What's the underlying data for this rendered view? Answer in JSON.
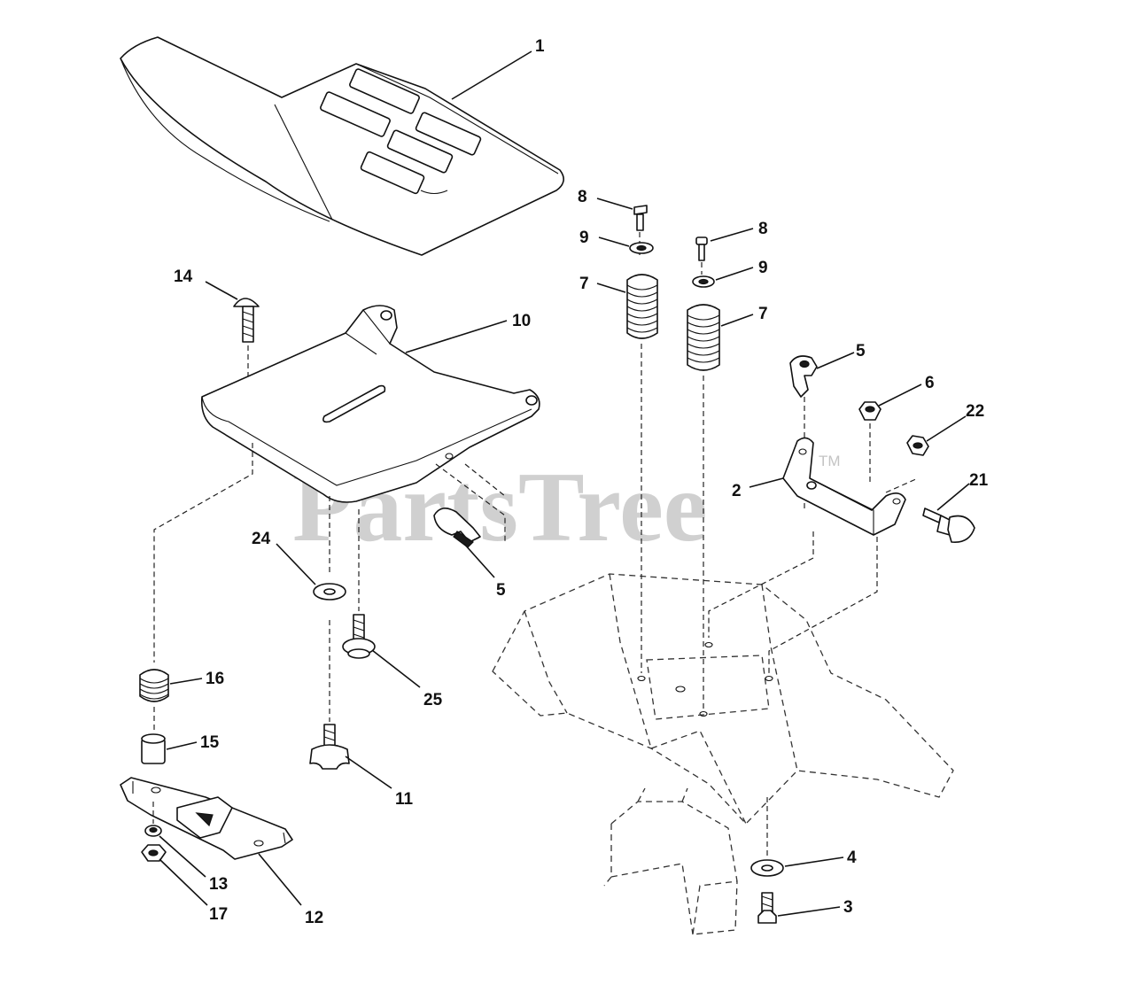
{
  "watermark": {
    "brand": "PartsTree",
    "mark": "TM"
  },
  "callouts": {
    "c1": "1",
    "c2": "2",
    "c3": "3",
    "c4": "4",
    "c5a": "5",
    "c5b": "5",
    "c6": "6",
    "c7a": "7",
    "c7b": "7",
    "c8a": "8",
    "c8b": "8",
    "c9a": "9",
    "c9b": "9",
    "c10": "10",
    "c11": "11",
    "c12": "12",
    "c13": "13",
    "c14": "14",
    "c15": "15",
    "c16": "16",
    "c17": "17",
    "c21": "21",
    "c22": "22",
    "c24": "24",
    "c25": "25"
  }
}
